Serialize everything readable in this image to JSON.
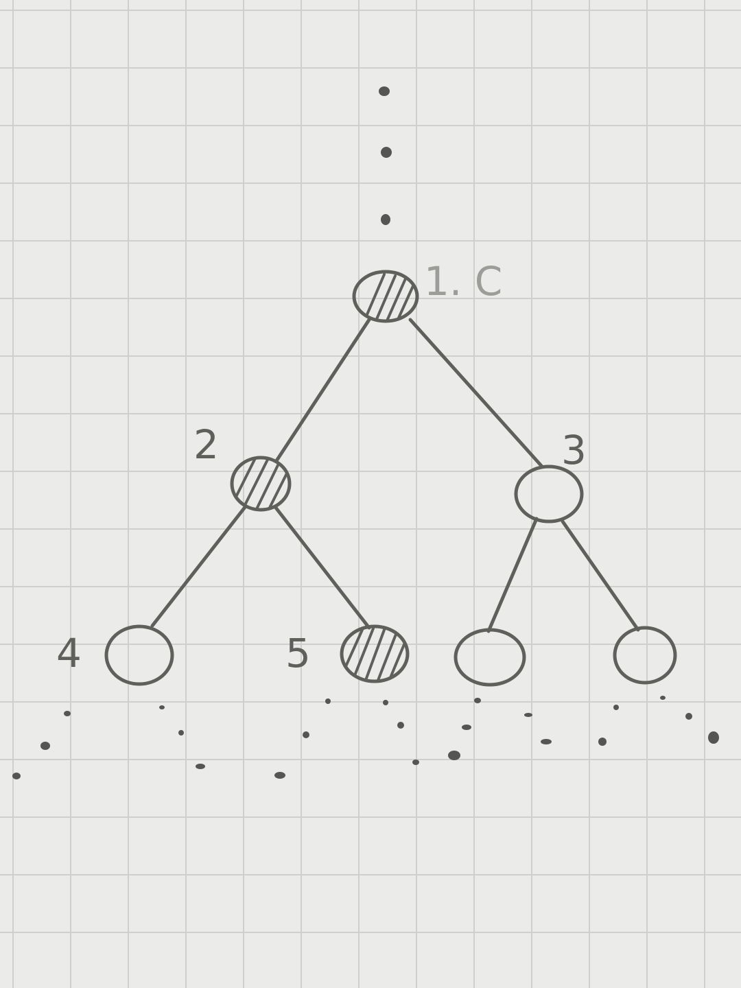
{
  "diagram": {
    "type": "binary-tree",
    "root_annotation": "1. C",
    "nodes": [
      {
        "id": "1",
        "label": "1. C",
        "shaded": true
      },
      {
        "id": "2",
        "label": "2",
        "shaded": true
      },
      {
        "id": "3",
        "label": "3",
        "shaded": false
      },
      {
        "id": "4",
        "label": "4",
        "shaded": false
      },
      {
        "id": "5",
        "label": "5",
        "shaded": true
      },
      {
        "id": "6",
        "label": "",
        "shaded": false
      },
      {
        "id": "7",
        "label": "",
        "shaded": false
      }
    ],
    "edges": [
      {
        "from": "1",
        "to": "2"
      },
      {
        "from": "1",
        "to": "3"
      },
      {
        "from": "2",
        "to": "4"
      },
      {
        "from": "2",
        "to": "5"
      },
      {
        "from": "3",
        "to": "6"
      },
      {
        "from": "3",
        "to": "7"
      }
    ],
    "continuation_above_root": true,
    "continuation_below_leaves": true
  },
  "colors": {
    "paper": "#ebebea",
    "grid": "#cfcfcd",
    "pencil": "#5f5f5c"
  }
}
